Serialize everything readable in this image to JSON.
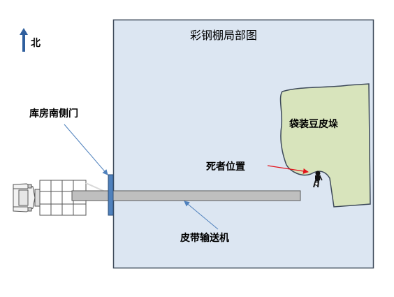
{
  "diagram": {
    "title": "彩钢棚局部图",
    "north_label": "北",
    "door_label": "库房南侧门",
    "pile_label": "袋装豆皮垛",
    "victim_label": "死者位置",
    "conveyor_label": "皮带输送机"
  },
  "icons": {
    "north": "north-arrow-icon",
    "truck": "truck-icon",
    "victim": "person-figure-icon"
  },
  "colors": {
    "shed_fill": "#dce6f2",
    "shed_border": "#3e4a5a",
    "pile_fill": "#d8e4bc",
    "conveyor_fill": "#bfbfbf",
    "door_fill": "#4f81bd",
    "door_leader": "#4f81bd",
    "victim_pointer": "#e3131b"
  }
}
